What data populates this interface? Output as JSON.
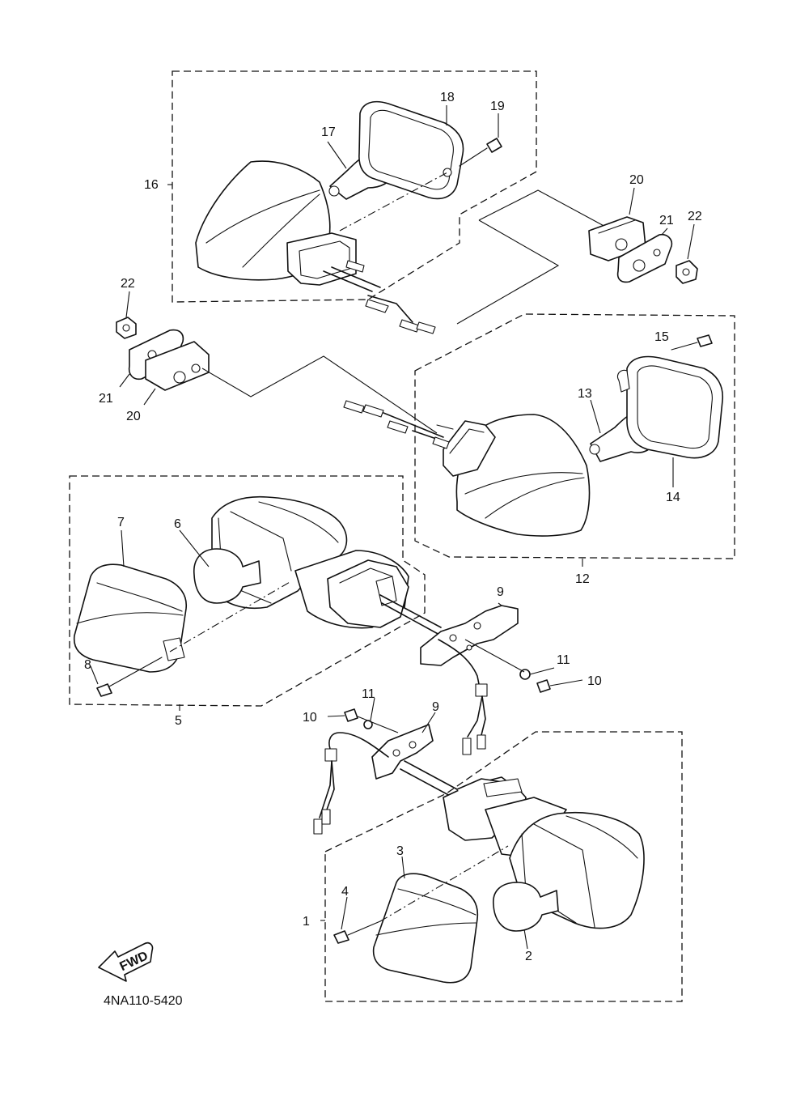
{
  "diagram": {
    "part_code": "4NA110-5420",
    "fwd_label": "FWD",
    "callouts": [
      {
        "id": "c1",
        "text": "1"
      },
      {
        "id": "c2",
        "text": "2"
      },
      {
        "id": "c3",
        "text": "3"
      },
      {
        "id": "c4",
        "text": "4"
      },
      {
        "id": "c5",
        "text": "5"
      },
      {
        "id": "c6",
        "text": "6"
      },
      {
        "id": "c7",
        "text": "7"
      },
      {
        "id": "c8",
        "text": "8"
      },
      {
        "id": "c9a",
        "text": "9"
      },
      {
        "id": "c9b",
        "text": "9"
      },
      {
        "id": "c10a",
        "text": "10"
      },
      {
        "id": "c10b",
        "text": "10"
      },
      {
        "id": "c11a",
        "text": "11"
      },
      {
        "id": "c11b",
        "text": "11"
      },
      {
        "id": "c12",
        "text": "12"
      },
      {
        "id": "c13",
        "text": "13"
      },
      {
        "id": "c14",
        "text": "14"
      },
      {
        "id": "c15",
        "text": "15"
      },
      {
        "id": "c16",
        "text": "16"
      },
      {
        "id": "c17",
        "text": "17"
      },
      {
        "id": "c18",
        "text": "18"
      },
      {
        "id": "c19",
        "text": "19"
      },
      {
        "id": "c20a",
        "text": "20"
      },
      {
        "id": "c20b",
        "text": "20"
      },
      {
        "id": "c21a",
        "text": "21"
      },
      {
        "id": "c21b",
        "text": "21"
      },
      {
        "id": "c22a",
        "text": "22"
      },
      {
        "id": "c22b",
        "text": "22"
      }
    ]
  }
}
